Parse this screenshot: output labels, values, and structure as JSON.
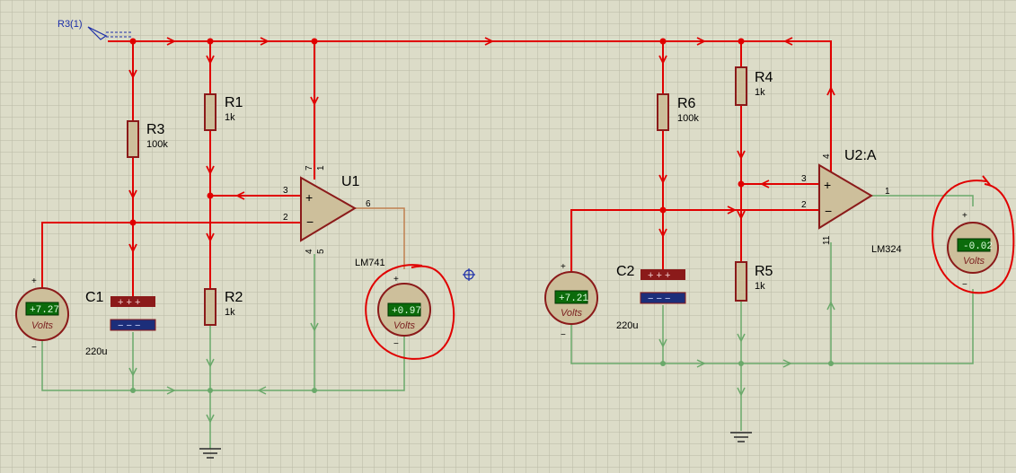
{
  "probe": {
    "label": "R3(1)"
  },
  "resistors": {
    "r1": {
      "name": "R1",
      "value": "1k"
    },
    "r2": {
      "name": "R2",
      "value": "1k"
    },
    "r3": {
      "name": "R3",
      "value": "100k"
    },
    "r4": {
      "name": "R4",
      "value": "1k"
    },
    "r5": {
      "name": "R5",
      "value": "1k"
    },
    "r6": {
      "name": "R6",
      "value": "100k"
    }
  },
  "capacitors": {
    "c1": {
      "name": "C1",
      "value": "220u"
    },
    "c2": {
      "name": "C2",
      "value": "220u"
    }
  },
  "opamps": {
    "u1": {
      "name": "U1",
      "part": "LM741",
      "pins": {
        "inv": "2",
        "noninv": "3",
        "out": "6",
        "vplus": "7",
        "vminus": "4",
        "p1": "1",
        "p5": "5"
      }
    },
    "u2": {
      "name": "U2:A",
      "part": "LM324",
      "pins": {
        "inv": "2",
        "noninv": "3",
        "out": "1",
        "vplus": "4",
        "vminus": "11"
      }
    }
  },
  "voltmeters": {
    "vm1": {
      "reading": "+7.27",
      "unit": "Volts",
      "plus": "+",
      "minus": "−"
    },
    "vm2": {
      "reading": "+0.97",
      "unit": "Volts",
      "plus": "+",
      "minus": "−"
    },
    "vm3": {
      "reading": "+7.21",
      "unit": "Volts",
      "plus": "+",
      "minus": "−"
    },
    "vm4": {
      "reading": "-0.02",
      "unit": "Volts",
      "plus": "+",
      "minus": "−"
    }
  },
  "cap_marks": {
    "plus": "+ + +",
    "minus": "− − −"
  },
  "colors": {
    "grid": "#b9b9a5",
    "wire_hot": "#e00000",
    "wire_gnd": "#6aa96a",
    "part": "#8b1a1a",
    "meter_display": "#0b6b0b",
    "annotation": "#e00000"
  }
}
